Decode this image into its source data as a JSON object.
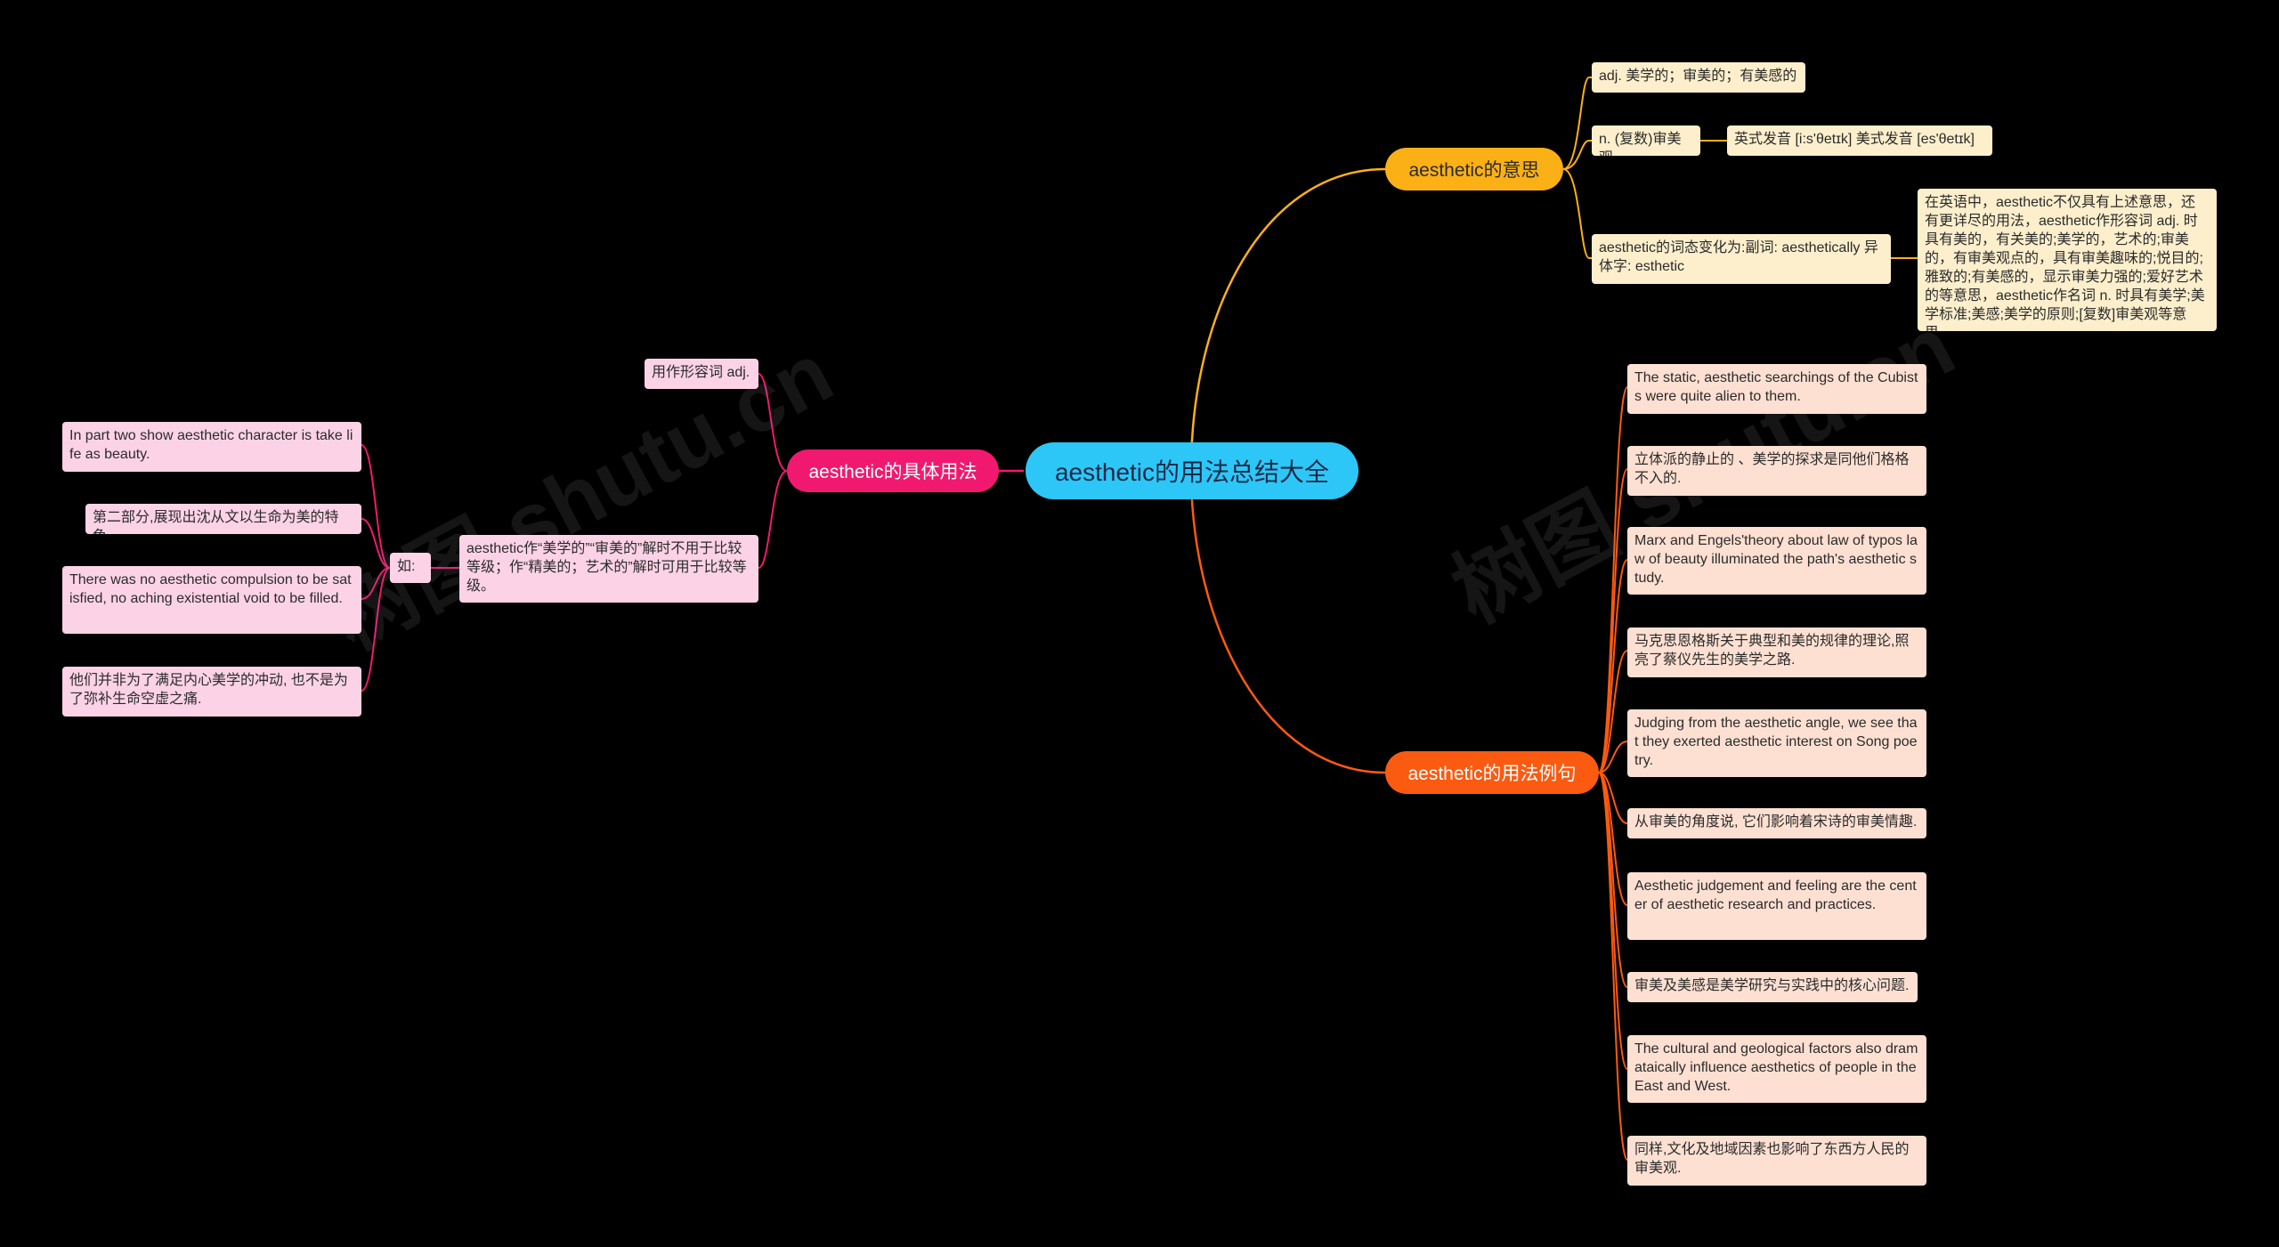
{
  "colors": {
    "background": "#000000",
    "root": "#2dc7f7",
    "branch_usage": "#f1196f",
    "branch_meaning": "#fbb016",
    "branch_examples": "#fb5a11",
    "leaf_pink": "#fcd3e6",
    "leaf_yellow": "#fdefcc",
    "leaf_peach": "#fde0d2"
  },
  "watermark": [
    "树图 shutu.cn",
    "树图 shutu.cn"
  ],
  "root": {
    "label": "aesthetic的用法总结大全"
  },
  "usage": {
    "label": "aesthetic的具体用法",
    "adj_label": "用作形容词 adj.",
    "compare_note": "aesthetic作“美学的”“审美的”解时不用于比较等级；作“精美的；艺术的”解时可用于比较等级。",
    "ru": "如:",
    "examples": [
      "In part two show aesthetic character is take life as beauty.",
      "第二部分,展现出沈从文以生命为美的特色.",
      "There was no aesthetic compulsion to be satisfied, no aching existential void to be filled.",
      "他们并非为了满足内心美学的冲动, 也不是为了弥补生命空虚之痛."
    ]
  },
  "meaning": {
    "label": "aesthetic的意思",
    "adj": "adj. 美学的；审美的；有美感的",
    "noun": "n. (复数)审美观",
    "pronunciation": "英式发音 [i:s'θetɪk] 美式发音 [es'θetɪk]",
    "morph": "aesthetic的词态变化为:副词: aesthetically 异体字: esthetic",
    "detail": "在英语中，aesthetic不仅具有上述意思，还有更详尽的用法，aesthetic作形容词 adj. 时具有美的，有关美的;美学的，艺术的;审美的，有审美观点的，具有审美趣味的;悦目的;雅致的;有美感的，显示审美力强的;爱好艺术的等意思，aesthetic作名词 n. 时具有美学;美学标准;美感;美学的原则;[复数]审美观等意思，"
  },
  "examples": {
    "label": "aesthetic的用法例句",
    "items": [
      "The static, aesthetic searchings of the Cubists were quite alien to them.",
      "立体派的静止的 、美学的探求是同他们格格不入的.",
      "Marx and Engels'theory about law of typos law of beauty illuminated the path's aesthetic study.",
      "马克思恩格斯关于典型和美的规律的理论,照亮了蔡仪先生的美学之路.",
      "Judging from the aesthetic angle, we see that they exerted aesthetic interest on Song poetry.",
      "从审美的角度说, 它们影响着宋诗的审美情趣.",
      "Aesthetic judgement and feeling are the center of aesthetic research and practices.",
      "审美及美感是美学研究与实践中的核心问题.",
      "The cultural and geological factors also dramataically influence aesthetics of people in the East and West.",
      "同样,文化及地域因素也影响了东西方人民的审美观."
    ]
  }
}
